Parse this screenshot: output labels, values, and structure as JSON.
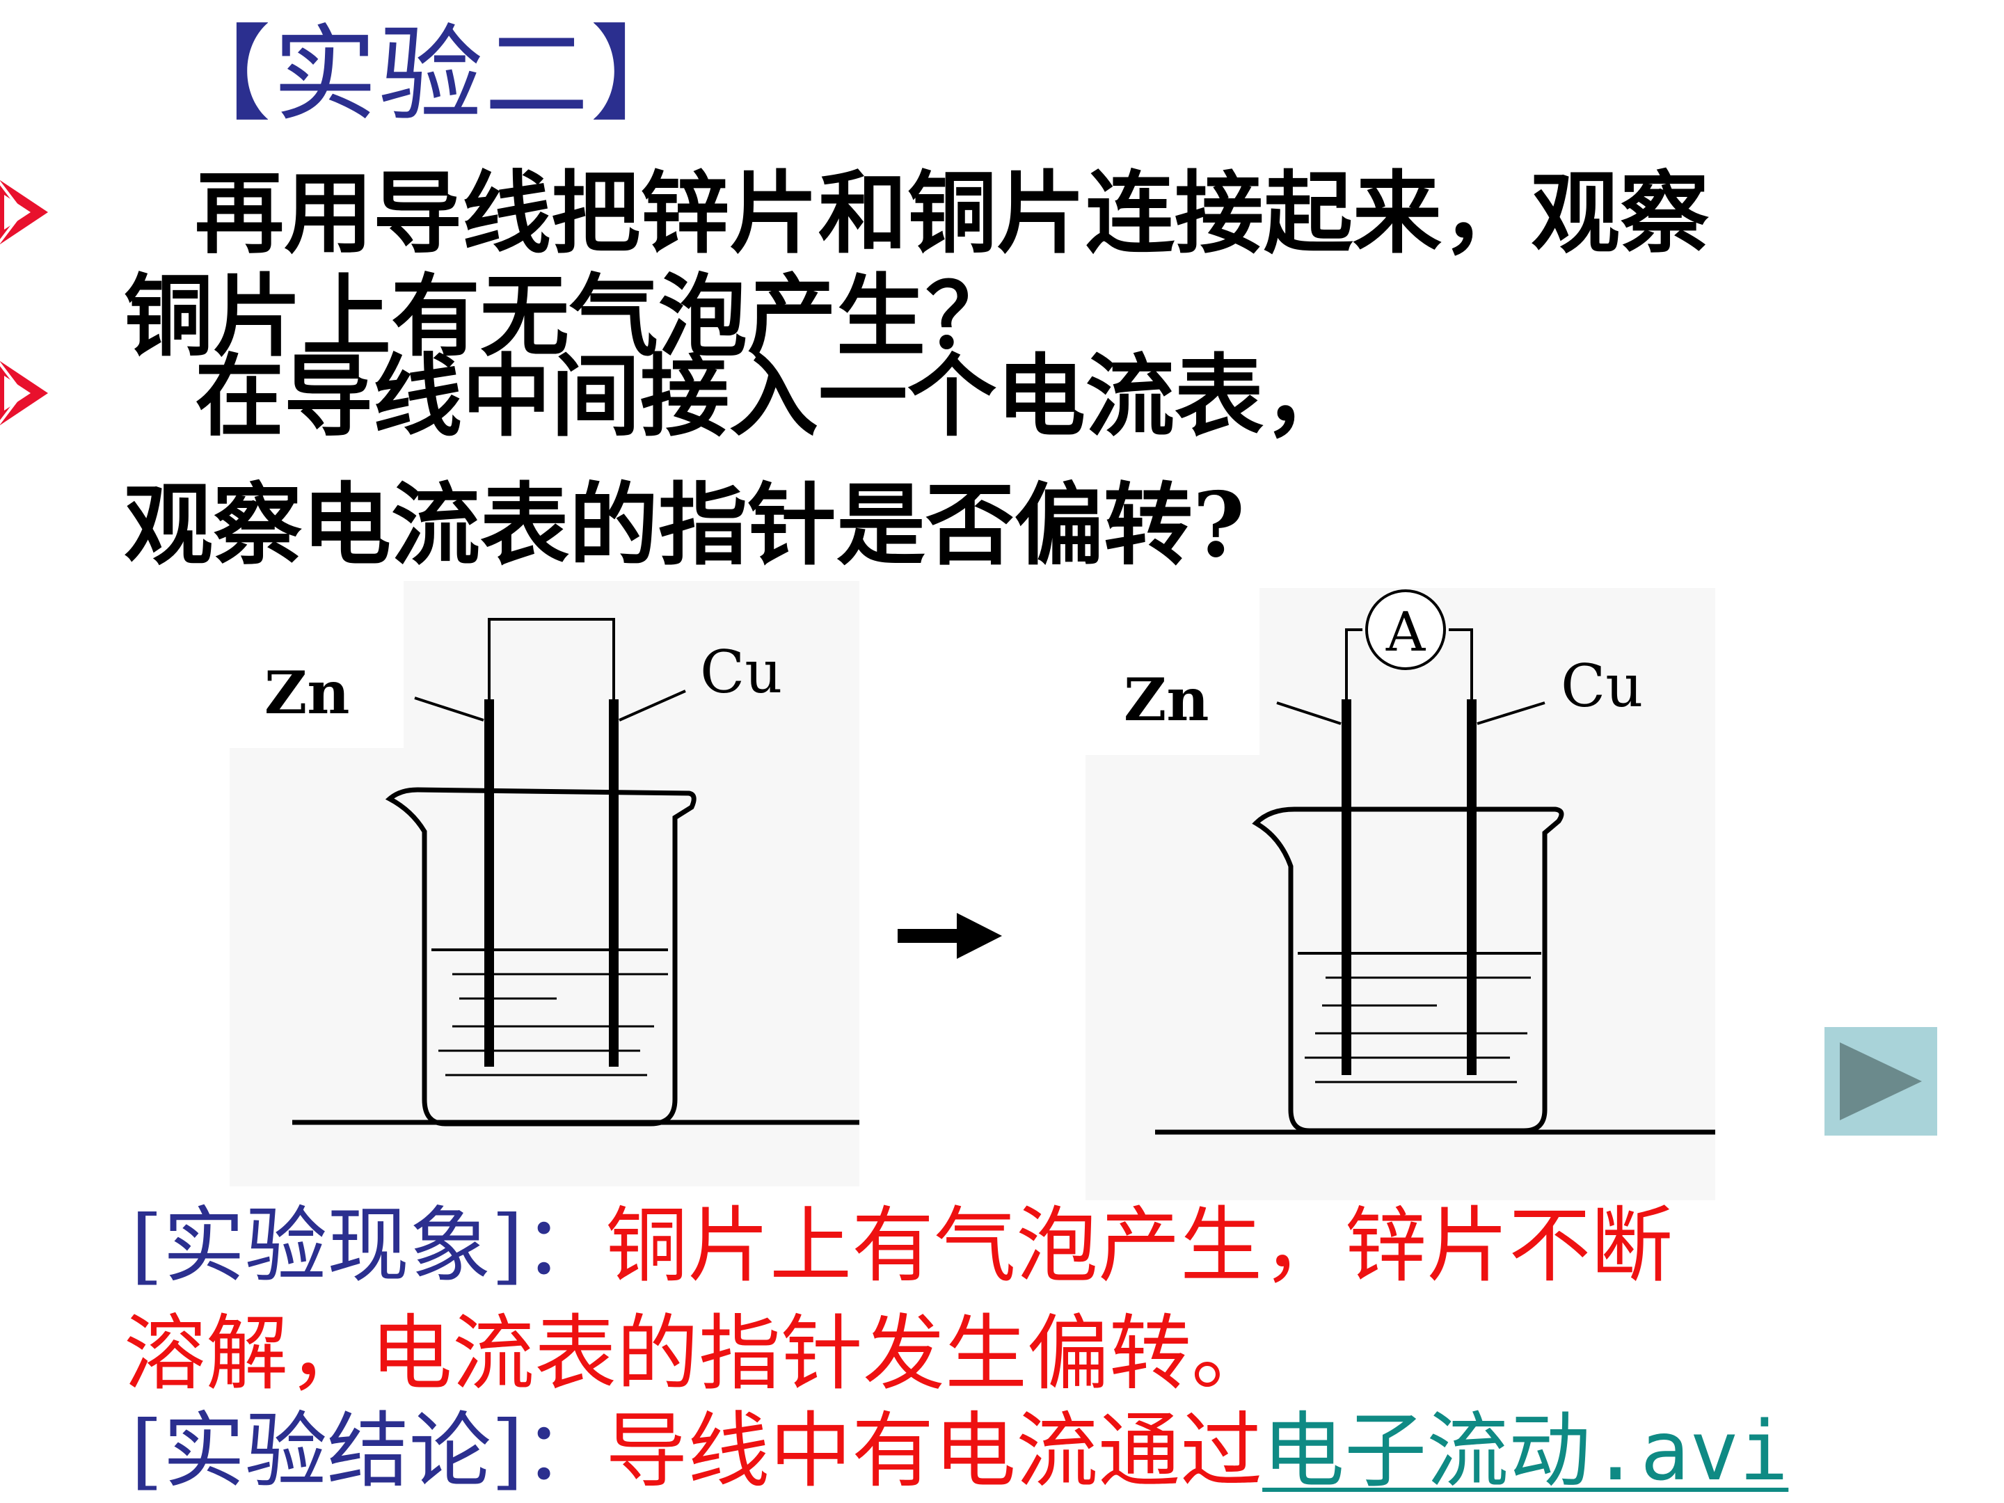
{
  "slide": {
    "title": "【实验二】",
    "question1_line1": "再用导线把锌片和铜片连接起来，观察",
    "question1_line2": "铜片上有无气泡产生？",
    "question2_line1": "在导线中间接入一个电流表，",
    "question2_line2": "观察电流表的指针是否偏转?",
    "figure_left": {
      "zn_label": "Zn",
      "cu_label": "Cu"
    },
    "figure_right": {
      "zn_label": "Zn",
      "cu_label": "Cu",
      "ammeter_label": "A"
    },
    "phenomenon_tag": "[实验现象]：",
    "phenomenon_text_line1": "铜片上有气泡产生，锌片不断",
    "phenomenon_text_line2": "溶解，电流表的指针发生偏转。",
    "conclusion_tag": "[实验结论]：",
    "conclusion_text": "导线中有电流通过",
    "video_link": "电子流动.avi"
  },
  "colors": {
    "title": "#2b2f8f",
    "tag": "#2b2f8f",
    "result_text": "#ee1111",
    "link": "#0f8a84",
    "bullet": "#e8112d",
    "nav_button": "#a9d3d9"
  },
  "icons": [
    "bullet-arrow-icon",
    "play-icon",
    "right-arrow-icon"
  ]
}
